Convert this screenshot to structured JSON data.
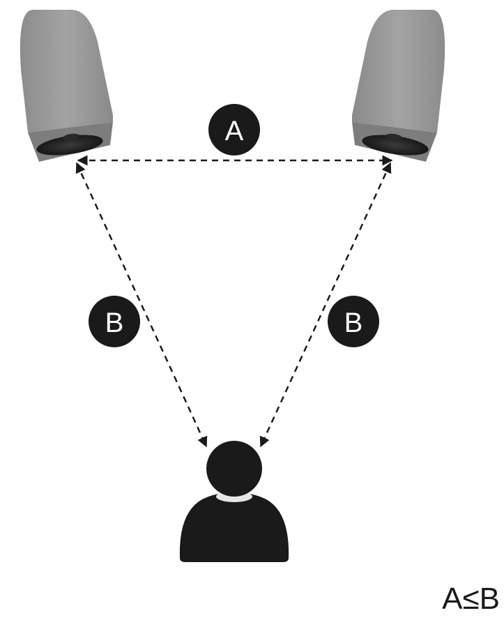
{
  "labels": {
    "distance_between_speakers": "A",
    "distance_left_to_listener": "B",
    "distance_right_to_listener": "B"
  },
  "formula": "A≤B",
  "colors": {
    "speaker_body": "#9a9a9a",
    "speaker_base": "#858585",
    "ink": "#1a1a1a",
    "background": "#ffffff"
  }
}
